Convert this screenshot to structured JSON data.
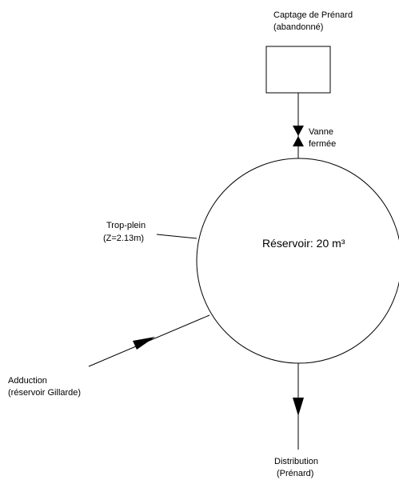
{
  "captage": {
    "line1": "Captage de Prénard",
    "line2": "(abandonné)"
  },
  "vanne": {
    "line1": "Vanne",
    "line2": "fermée"
  },
  "trop_plein": {
    "line1": "Trop-plein",
    "line2": "(Z=2.13m)"
  },
  "reservoir": {
    "label": "Réservoir: 20 m³"
  },
  "adduction": {
    "line1": "Adduction",
    "line2": "(réservoir Gillarde)"
  },
  "distribution": {
    "line1": "Distribution",
    "line2": "(Prénard)"
  },
  "colors": {
    "stroke": "#000000",
    "background": "#ffffff"
  }
}
